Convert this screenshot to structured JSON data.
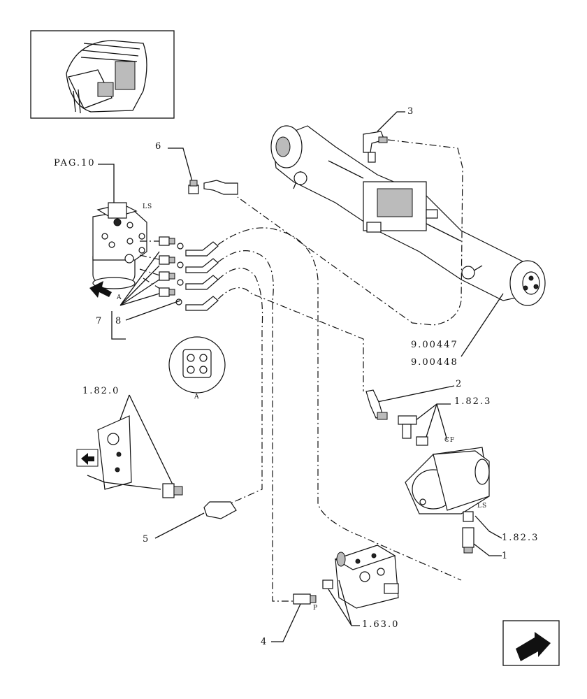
{
  "callouts": {
    "ref_pag10": "PAG.10",
    "ref_6": "6",
    "ref_3": "3",
    "ref_ls_top": "LS",
    "ref_a_arrow": "A",
    "ref_7": "7",
    "ref_8": "8",
    "ref_9_00447": "9.00447",
    "ref_9_00448": "9.00448",
    "ref_a_detail": "A",
    "ref_2": "2",
    "ref_1_82_3_top": "1.82.3",
    "ref_cf": "CF",
    "ref_1_82_0": "1.82.0",
    "ref_ls_pump": "LS",
    "ref_1_82_3_right": "1.82.3",
    "ref_1": "1",
    "ref_5": "5",
    "ref_p": "P",
    "ref_1_63_0": "1.63.0",
    "ref_4": "4"
  },
  "icons": {
    "thumbnail": "tractor-cab-thumbnail",
    "next_page": "next-page-arrow-icon",
    "back_page": "back-page-arrow-icon",
    "view_arrow": "view-direction-arrow-icon"
  }
}
